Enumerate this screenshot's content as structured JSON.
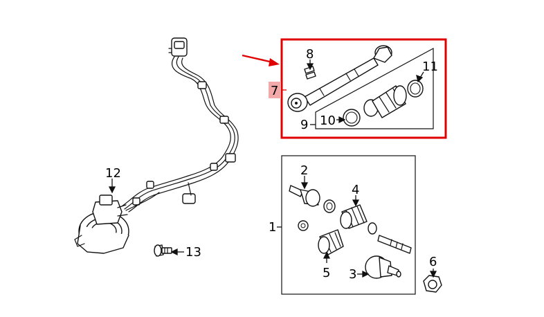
{
  "labels": {
    "l1": "1",
    "l2": "2",
    "l3": "3",
    "l4": "4",
    "l5": "5",
    "l6": "6",
    "l7": "7",
    "l8": "8",
    "l9": "9",
    "l10": "10",
    "l11": "11",
    "l12": "12",
    "l13": "13"
  },
  "colors": {
    "highlight_box": "#e00000",
    "callout_arrow": "#e00000",
    "label7_bg": "#f2a9a9",
    "line": "#111111"
  }
}
